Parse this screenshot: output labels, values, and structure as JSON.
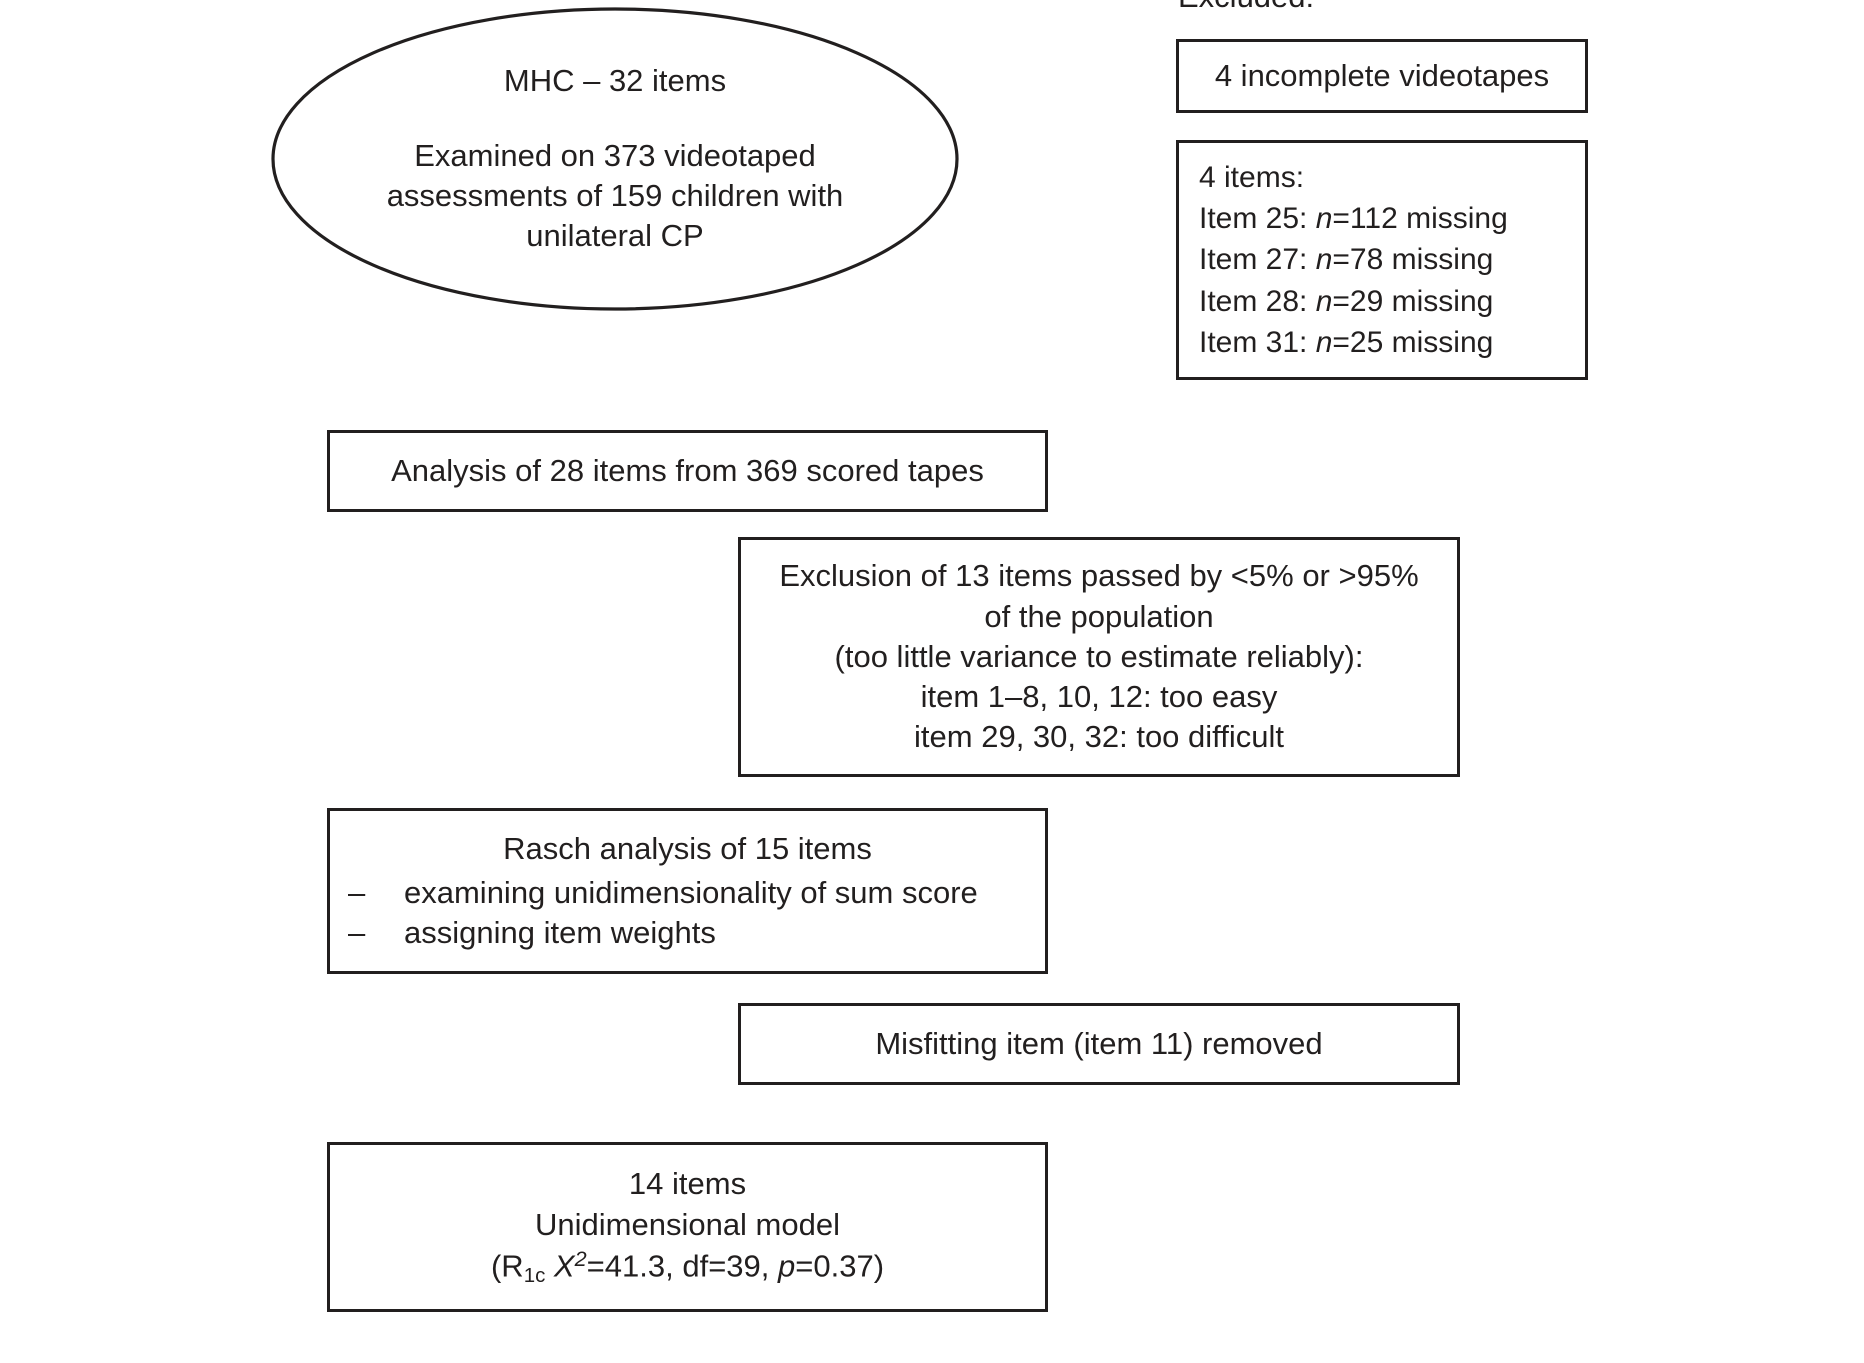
{
  "diagram": {
    "title_note": "MHC Rasch analysis flowchart",
    "ellipse": {
      "line1": "MHC – 32 items",
      "line2": "Examined on 373 videotaped",
      "line3": "assessments of 159 children with",
      "line4": "unilateral CP"
    },
    "excluded_label": "Excluded:",
    "incomplete_box": {
      "text": "4 incomplete videotapes"
    },
    "items_missing_box": {
      "heading": "4 items:",
      "rows": [
        {
          "label": "Item 25: ",
          "n": "n",
          "eq": "=112 missing"
        },
        {
          "label": "Item 27: ",
          "n": "n",
          "eq": "=78 missing"
        },
        {
          "label": "Item 28: ",
          "n": "n",
          "eq": "=29 missing"
        },
        {
          "label": "Item 31: ",
          "n": "n",
          "eq": "=25 missing"
        }
      ]
    },
    "analysis_box": {
      "text": "Analysis of 28 items from 369 scored tapes"
    },
    "exclusion_box": {
      "line1": "Exclusion of 13 items passed by <5% or >95%",
      "line2": "of the population",
      "line3": "(too little variance to estimate reliably):",
      "line4": "item 1–8, 10, 12: too easy",
      "line5": "item 29, 30, 32: too difficult"
    },
    "rasch_box": {
      "title": "Rasch analysis of 15 items",
      "bullet_marker_1": "–",
      "bullet_1": "examining unidimensionality of sum score",
      "bullet_marker_2": "–",
      "bullet_2": "assigning item weights"
    },
    "misfit_box": {
      "text": "Misfitting item (item 11) removed"
    },
    "final_box": {
      "line1": "14 items",
      "line2": "Unidimensional model",
      "stat_open": "(R",
      "stat_sub": "1c",
      "stat_space": " ",
      "stat_chi": "X",
      "stat_chi_sup": "2",
      "stat_chi_val": "=41.3, df=39, ",
      "stat_p": "p",
      "stat_p_val": "=0.37)"
    },
    "colors": {
      "stroke": "#221f1f",
      "background": "#ffffff",
      "text": "#221f1f"
    }
  }
}
